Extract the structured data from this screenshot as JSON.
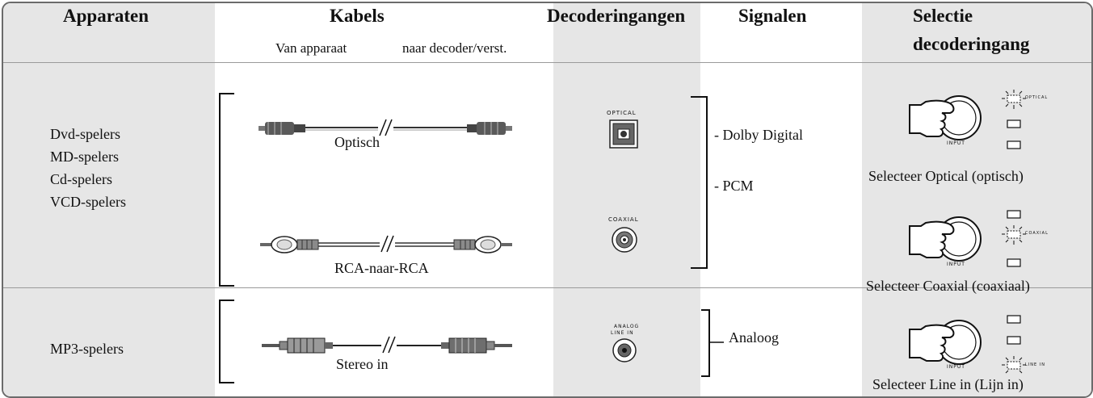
{
  "header": {
    "devices": "Apparaten",
    "cables": "Kabels",
    "cables_from": "Van apparaat",
    "cables_to": "naar decoder/verst.",
    "inputs": "Decoderingangen",
    "signals": "Signalen",
    "selection_line1": "Selectie",
    "selection_line2": "decoderingang"
  },
  "devices_group1": [
    "Dvd-spelers",
    "MD-spelers",
    "Cd-spelers",
    "VCD-spelers"
  ],
  "devices_group2": "MP3-spelers",
  "cables": {
    "optical": "Optisch",
    "rca": "RCA-naar-RCA",
    "stereo": "Stereo in"
  },
  "inputs": {
    "optical": "OPTICAL",
    "coaxial": "COAXIAL",
    "analog_line1": "ANALOG",
    "analog_line2": "LINE IN"
  },
  "signals": {
    "dolby": "- Dolby Digital",
    "pcm": "- PCM",
    "analog": "Analoog"
  },
  "selection": {
    "input_label": "INPUT",
    "optical_caption": "Selecteer Optical (optisch)",
    "coaxial_caption": "Selecteer Coaxial (coaxiaal)",
    "linein_caption": "Selecteer Line in (Lijn in)",
    "optical_indicator": "OPTICAL",
    "coaxial_indicator": "COAXIAL",
    "linein_indicator": "LINE IN"
  }
}
